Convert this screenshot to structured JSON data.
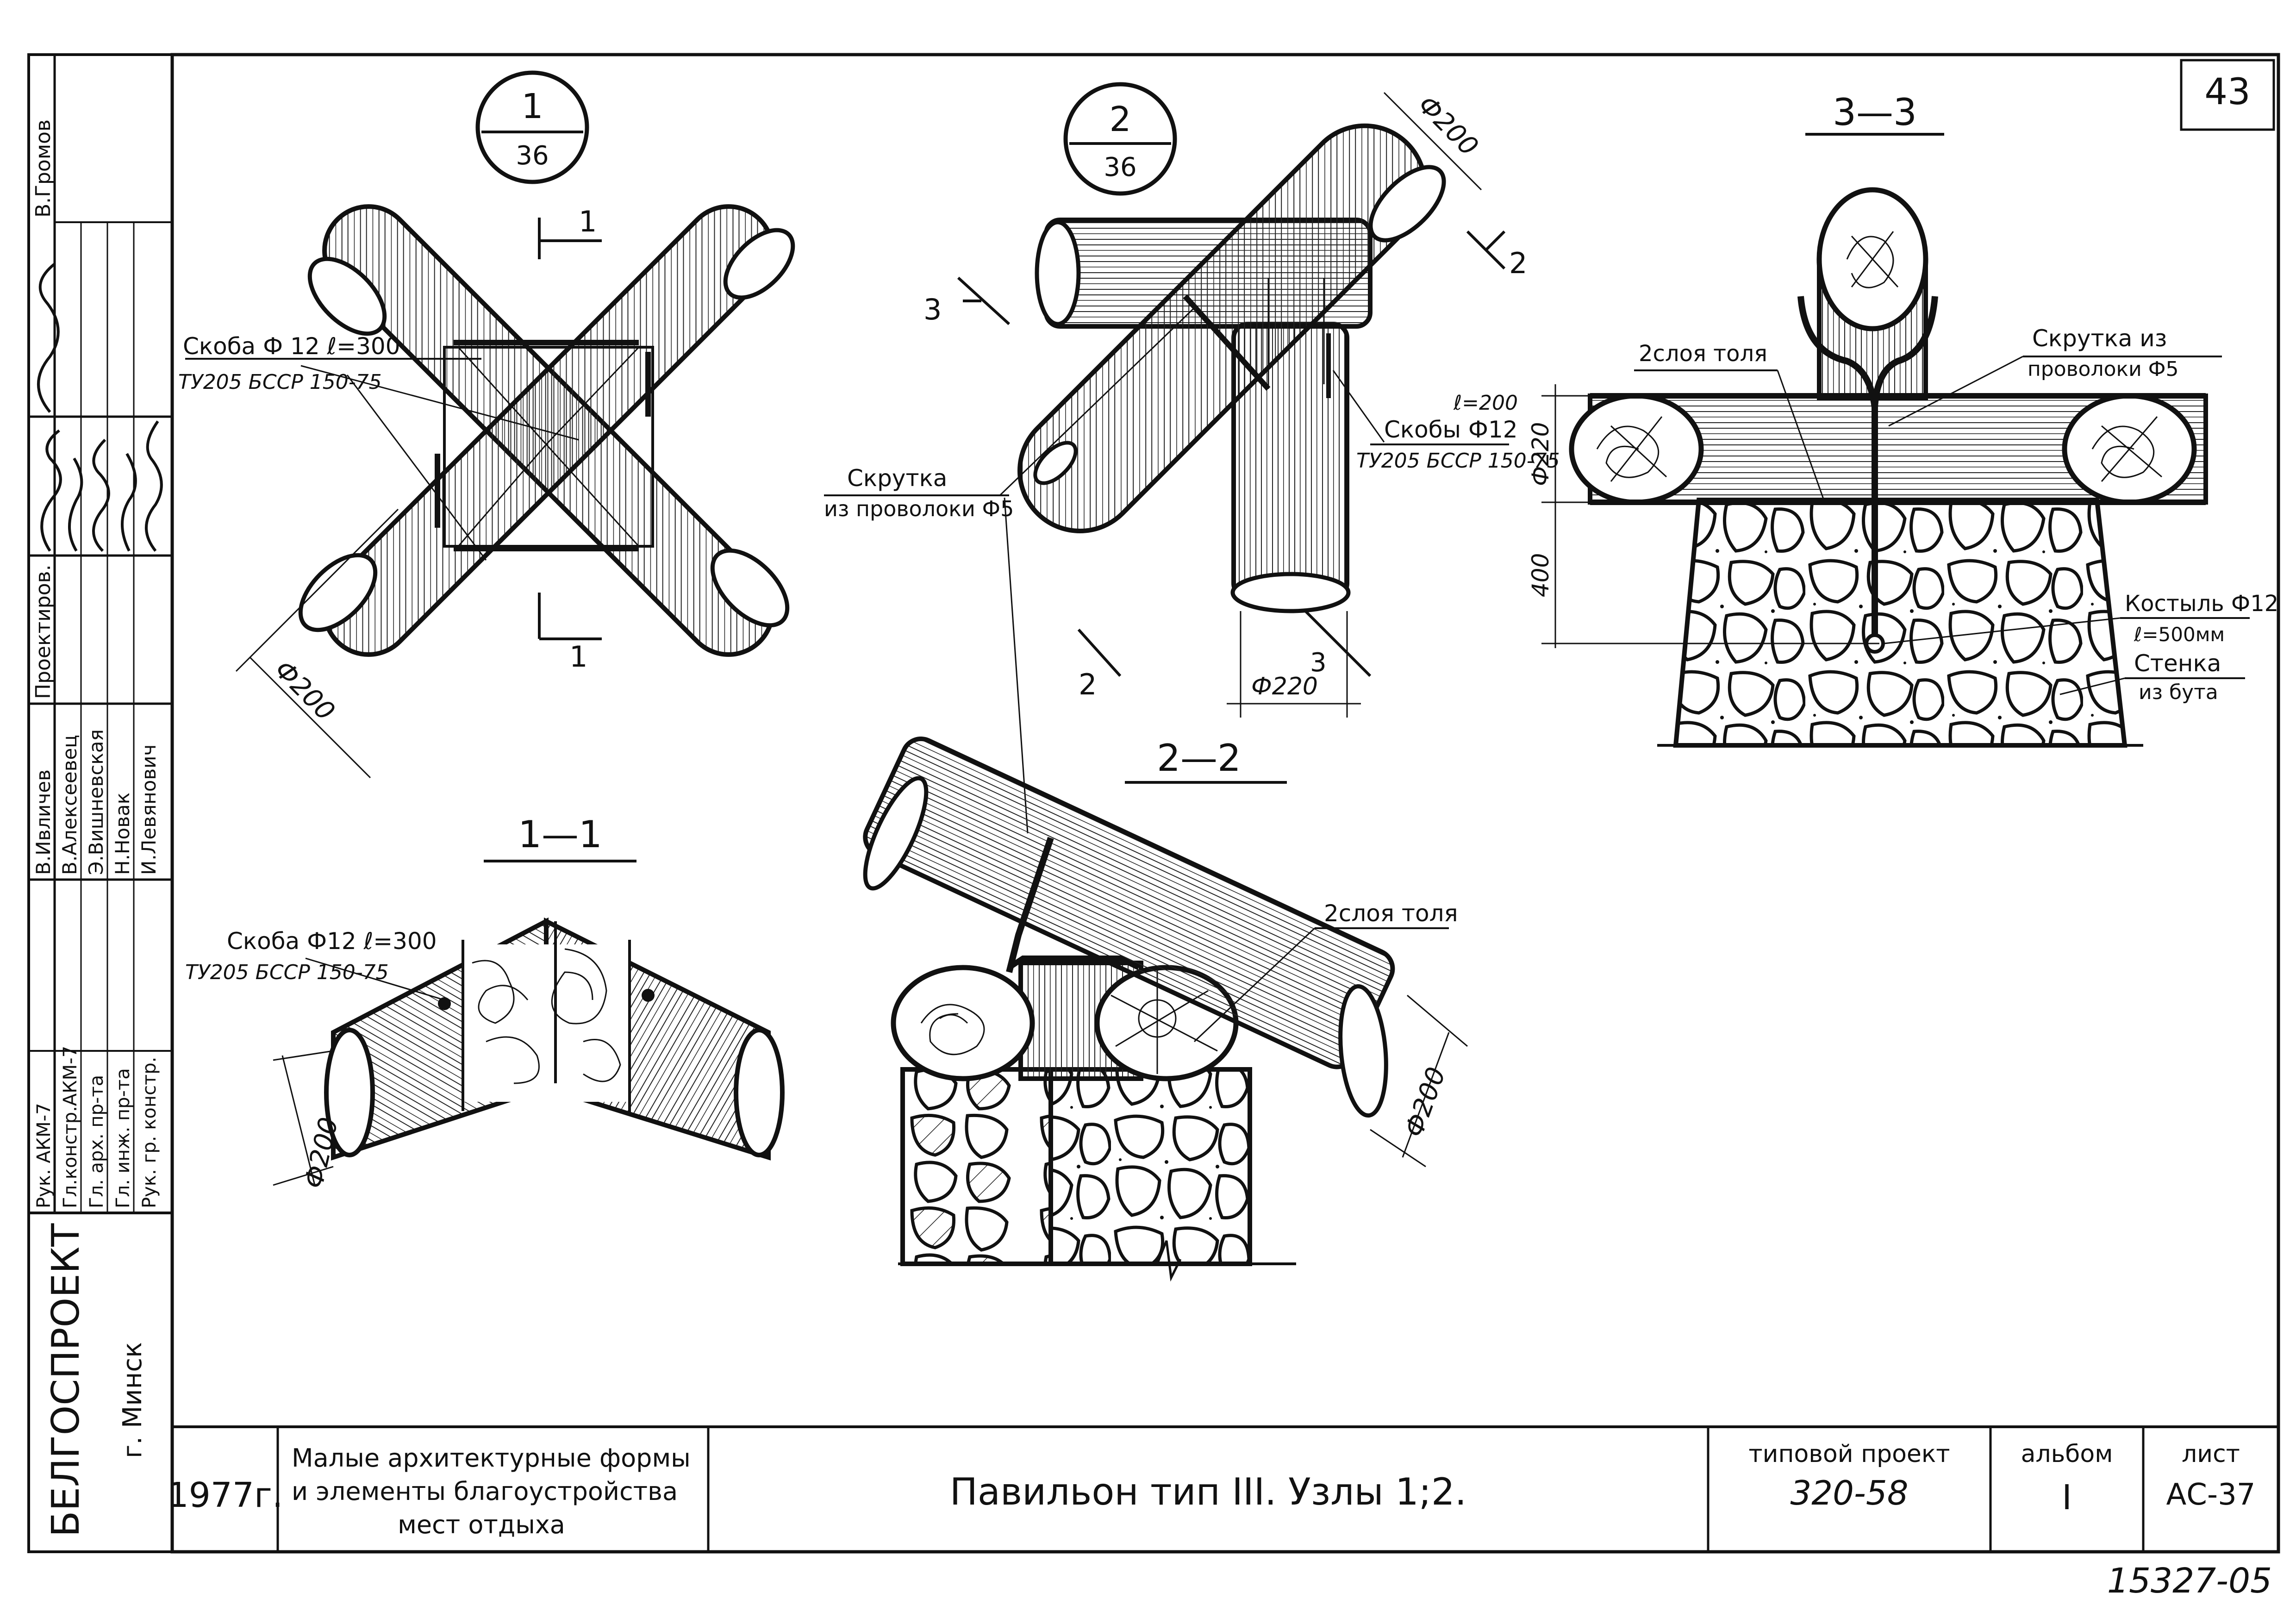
{
  "sheet": {
    "page_number": "43",
    "archive_number": "15327-05"
  },
  "stamp": {
    "org": "БЕЛГОСПРОЕКТ",
    "city": "г. Минск",
    "roles": [
      "Рук. АКМ-7",
      "Гл.констр.АКМ-7",
      "Гл. арх. пр-та",
      "Гл. инж. пр-та",
      "Рук. гр. констр."
    ],
    "names": [
      "В.Ивличев",
      "В.Алексеевец",
      "Э.Вишневская",
      "Н.Новак",
      "И.Левянович"
    ],
    "designed_label": "Проектиров.",
    "designed_name": "В.Громов"
  },
  "title_block": {
    "year": "1977г.",
    "subject_line1": "Малые архитектурные формы",
    "subject_line2": "и элементы благоустройства",
    "subject_line3": "мест отдыха",
    "sheet_title": "Павильон тип III. Узлы 1;2.",
    "project_label": "типовой проект",
    "project_value": "320-58",
    "album_label": "альбом",
    "album_value": "I",
    "sheet_label": "лист",
    "sheet_value": "АС-37"
  },
  "node1": {
    "callout_num": "1",
    "callout_ref": "36",
    "section_mark": "1",
    "note_staple": "Скоба Ф 12 ℓ=300",
    "note_staple_std": "ТУ205 БССР 150-75",
    "dim_dia": "Ф200"
  },
  "node2": {
    "callout_num": "2",
    "callout_ref": "36",
    "section_mark_2": "2",
    "section_mark_3": "3",
    "dim_top": "Ф200",
    "dim_bottom": "Ф220",
    "note_twist": "Скрутка",
    "note_twist2": "из проволоки Ф5",
    "note_staples_len": "ℓ=200",
    "note_staples": "Скобы Ф12",
    "note_staples_std": "ТУ205 БССР 150-75"
  },
  "sec11": {
    "title": "1—1",
    "note_staple": "Скоба Ф12 ℓ=300",
    "note_staple_std": "ТУ205 БССР 150-75",
    "dim_dia": "Ф200"
  },
  "sec22": {
    "title": "2—2",
    "note_tar": "2слоя толя",
    "dim_dia": "Ф200"
  },
  "sec33": {
    "title": "3—3",
    "note_tar": "2слоя толя",
    "note_twist": "Скрутка из",
    "note_twist2": "проволоки Ф5",
    "dim_dia": "Ф220",
    "dim_height": "400",
    "note_spike": "Костыль Ф12",
    "note_spike_len": "ℓ=500мм",
    "note_wall": "Стенка",
    "note_wall2": "из бута"
  }
}
